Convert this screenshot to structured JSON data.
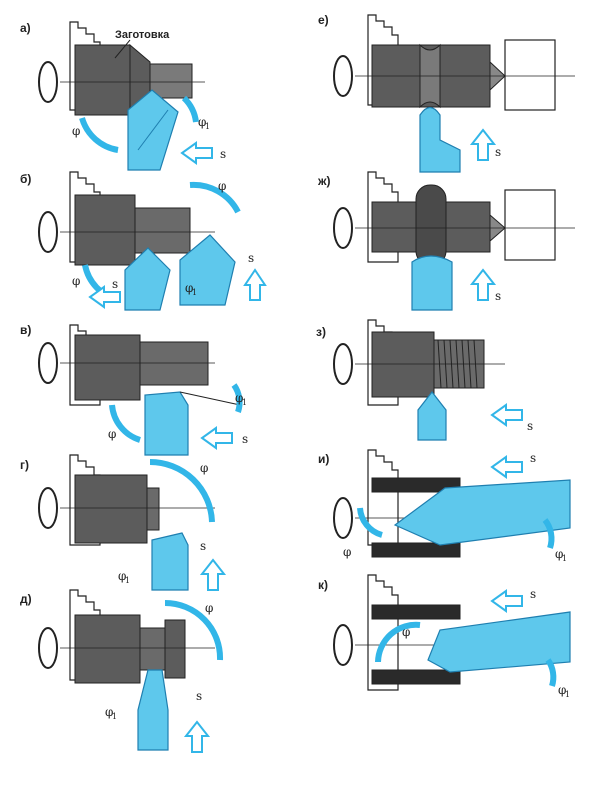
{
  "colors": {
    "workpiece": "#5c5c5c",
    "workpiece_dark": "#3a3a3a",
    "tool": "#5ec8ec",
    "tool_outline": "#1f7fb0",
    "arc": "#32b6e8",
    "ink": "#222222",
    "paper": "#ffffff"
  },
  "labels": {
    "workpiece": "Заготовка",
    "phi": "φ",
    "phi1_base": "φ",
    "phi1_sub": "1",
    "feed": "s"
  },
  "panels": [
    {
      "id": "a",
      "letter": "а)"
    },
    {
      "id": "b",
      "letter": "б)"
    },
    {
      "id": "v",
      "letter": "в)"
    },
    {
      "id": "g",
      "letter": "г)"
    },
    {
      "id": "d",
      "letter": "д)"
    },
    {
      "id": "e",
      "letter": "е)"
    },
    {
      "id": "zh",
      "letter": "ж)"
    },
    {
      "id": "z",
      "letter": "з)"
    },
    {
      "id": "i",
      "letter": "и)"
    },
    {
      "id": "k",
      "letter": "к)"
    }
  ]
}
